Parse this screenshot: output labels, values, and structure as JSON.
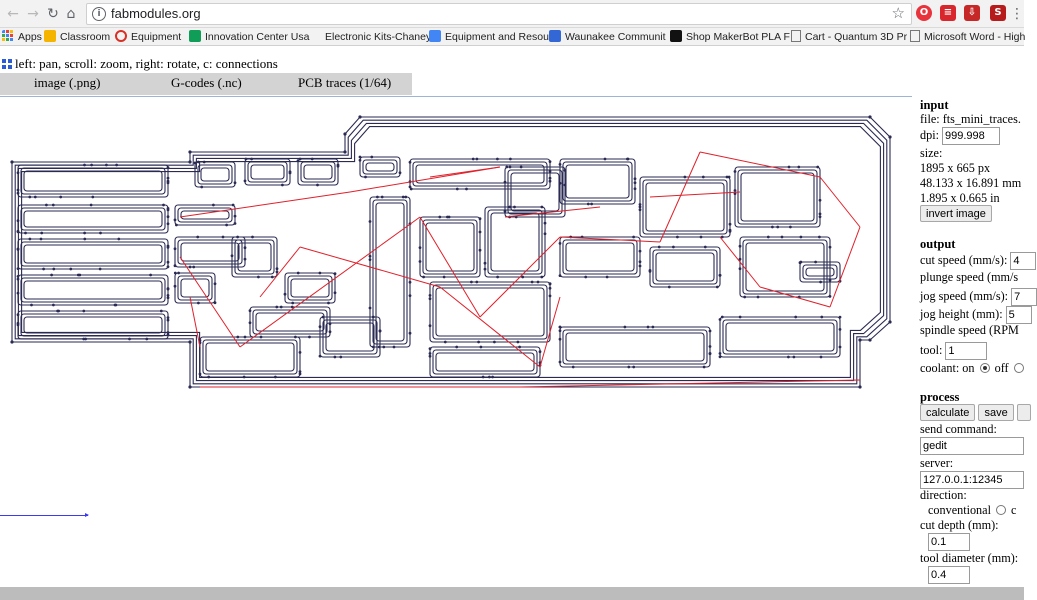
{
  "browser": {
    "url": "fabmodules.org",
    "bookmarks": [
      {
        "label": "Apps",
        "icon": "apps-grid-icon",
        "color": "#4285f4"
      },
      {
        "label": "Classroom",
        "icon": "classroom-icon",
        "color": "#f4b400"
      },
      {
        "label": "Equipment",
        "icon": "no-entry-icon",
        "color": "#d93025"
      },
      {
        "label": "Innovation Center Usa",
        "icon": "sheets-icon",
        "color": "#0f9d58"
      },
      {
        "label": "Electronic Kits-Chaney",
        "icon": "",
        "color": ""
      },
      {
        "label": "Equipment and Resou",
        "icon": "docs-icon",
        "color": "#4285f4"
      },
      {
        "label": "Waunakee Communit",
        "icon": "school-icon",
        "color": "#3367d6"
      },
      {
        "label": "Shop MakerBot PLA F",
        "icon": "makerbot-icon",
        "color": "#111111"
      },
      {
        "label": "Cart - Quantum 3D Pr",
        "icon": "page-icon",
        "color": "#777777"
      },
      {
        "label": "Microsoft Word - High",
        "icon": "page-icon",
        "color": "#777777"
      }
    ]
  },
  "hint": "left: pan, scroll: zoom, right: rotate, c: connections",
  "tabs": [
    "image (.png)",
    "G-codes (.nc)",
    "PCB traces (1/64)"
  ],
  "panel": {
    "input_title": "input",
    "file_label": "file:",
    "file_value": "fts_mini_traces.",
    "dpi_label": "dpi:",
    "dpi_value": "999.998",
    "size_label": "size:",
    "size_px": "1895 x 665 px",
    "size_mm": "48.133 x 16.891 mm",
    "size_in": "1.895 x 0.665 in",
    "invert_button": "invert image",
    "output_title": "output",
    "cut_speed_label": "cut speed (mm/s):",
    "cut_speed_value": "4",
    "plunge_speed_label": "plunge speed (mm/s",
    "jog_speed_label": "jog speed (mm/s):",
    "jog_speed_value": "7",
    "jog_height_label": "jog height (mm):",
    "jog_height_value": "5",
    "spindle_label": "spindle speed (RPM",
    "tool_label": "tool:",
    "tool_value": "1",
    "coolant_label": "coolant: on",
    "coolant_off_label": "off",
    "process_title": "process",
    "calculate_button": "calculate",
    "save_button": "save",
    "send_command_label": "send command:",
    "send_command_value": "gedit",
    "server_label": "server:",
    "server_value": "127.0.0.1:12345",
    "direction_label": "direction:",
    "direction_value": "conventional",
    "direction_other": "c",
    "cut_depth_label": "cut depth (mm):",
    "cut_depth_value": "0.1",
    "tool_diameter_label": "tool diameter (mm):",
    "tool_diameter_value": "0.4"
  },
  "colors": {
    "trace": "#2a2a52",
    "connection": "#e0202a",
    "axis": "#3a3af0"
  }
}
